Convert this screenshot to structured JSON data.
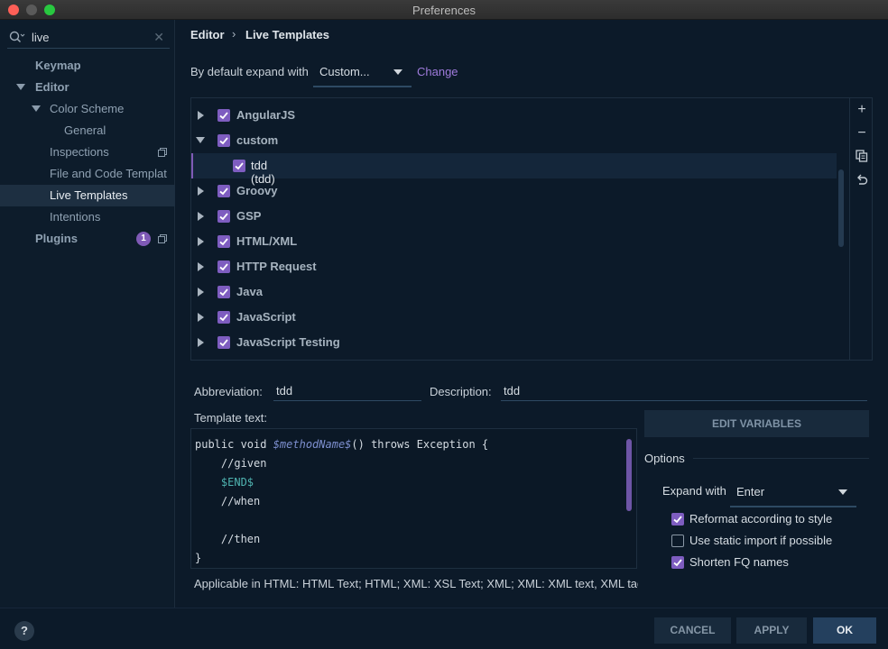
{
  "window": {
    "title": "Preferences"
  },
  "sidebar": {
    "search_value": "live",
    "items": [
      {
        "label": "Keymap"
      },
      {
        "label": "Editor"
      },
      {
        "label": "Color Scheme"
      },
      {
        "label": "General"
      },
      {
        "label": "Inspections"
      },
      {
        "label": "File and Code Templat"
      },
      {
        "label": "Live Templates"
      },
      {
        "label": "Intentions"
      },
      {
        "label": "Plugins",
        "badge": "1"
      }
    ]
  },
  "header": {
    "breadcrumb_parent": "Editor",
    "breadcrumb_sep": "›",
    "breadcrumb_current": "Live Templates",
    "expand_label": "By default expand with",
    "expand_value": "Custom...",
    "change_link": "Change"
  },
  "tree": {
    "rows": [
      {
        "label": "AngularJS",
        "checked": true,
        "expanded": false
      },
      {
        "label": "custom",
        "checked": true,
        "expanded": true
      },
      {
        "label": "tdd (tdd)",
        "checked": true,
        "child": true,
        "selected": true
      },
      {
        "label": "Groovy",
        "checked": true,
        "expanded": false
      },
      {
        "label": "GSP",
        "checked": true,
        "expanded": false
      },
      {
        "label": "HTML/XML",
        "checked": true,
        "expanded": false
      },
      {
        "label": "HTTP Request",
        "checked": true,
        "expanded": false
      },
      {
        "label": "Java",
        "checked": true,
        "expanded": false
      },
      {
        "label": "JavaScript",
        "checked": true,
        "expanded": false
      },
      {
        "label": "JavaScript Testing",
        "checked": true,
        "expanded": false
      }
    ],
    "toolbar": [
      "add-icon",
      "remove-icon",
      "copy-icon",
      "revert-icon"
    ]
  },
  "form": {
    "abbreviation_label": "Abbreviation:",
    "abbreviation_value": "tdd",
    "description_label": "Description:",
    "description_value": "tdd",
    "template_label": "Template text:",
    "code": {
      "l1_a": "public void ",
      "l1_var": "$methodName$",
      "l1_b": "() throws Exception {",
      "l2": "    //given",
      "l3_var": "$END$",
      "l4": "    //when",
      "l5": "",
      "l6": "    //then",
      "l7": "}"
    },
    "applicable": "Applicable in HTML: HTML Text; HTML; XML: XSL Text; XML; XML: XML text, XML tag"
  },
  "options": {
    "edit_variables": "EDIT VARIABLES",
    "title": "Options",
    "expand_with_label": "Expand with",
    "expand_with_value": "Enter",
    "reformat": {
      "label": "Reformat according to style",
      "checked": true
    },
    "static_import": {
      "label": "Use static import if possible",
      "checked": false
    },
    "shorten_fq": {
      "label": "Shorten FQ names",
      "checked": true
    }
  },
  "footer": {
    "help": "?",
    "cancel": "CANCEL",
    "apply": "APPLY",
    "ok": "OK"
  },
  "colors": {
    "accent": "#7e5dc0",
    "background": "#0c1a29",
    "link": "#9f7bdc"
  }
}
